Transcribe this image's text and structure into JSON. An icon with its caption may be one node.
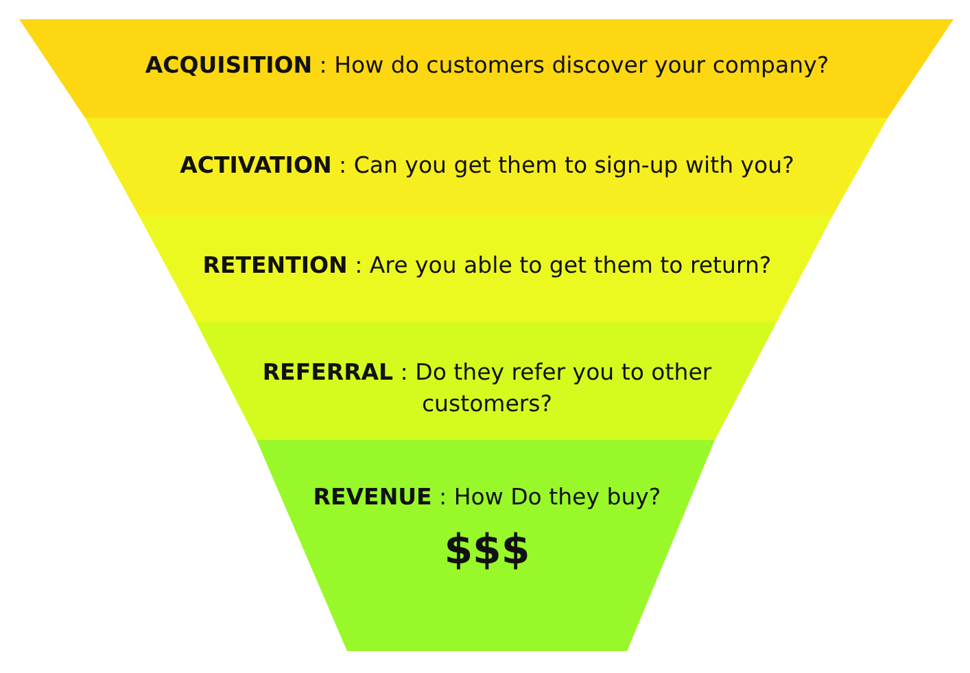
{
  "diagram": {
    "nodes": [
      {
        "text": [
          "**ACQUISITION** : How do customers discover your company?"
        ]
      },
      {
        "text": [
          "**ACTIVATION** : Can you get them to sign-up with you?"
        ]
      },
      {
        "text": [
          "**RETENTION** : Are you able to get them to return?"
        ]
      },
      {
        "text": [
          "**REFERRAL** : Do they refer you to other customers?"
        ]
      },
      {
        "text": [
          "**REVENUE** : How Do they buy?",
          "$$$"
        ]
      }
    ]
  }
}
